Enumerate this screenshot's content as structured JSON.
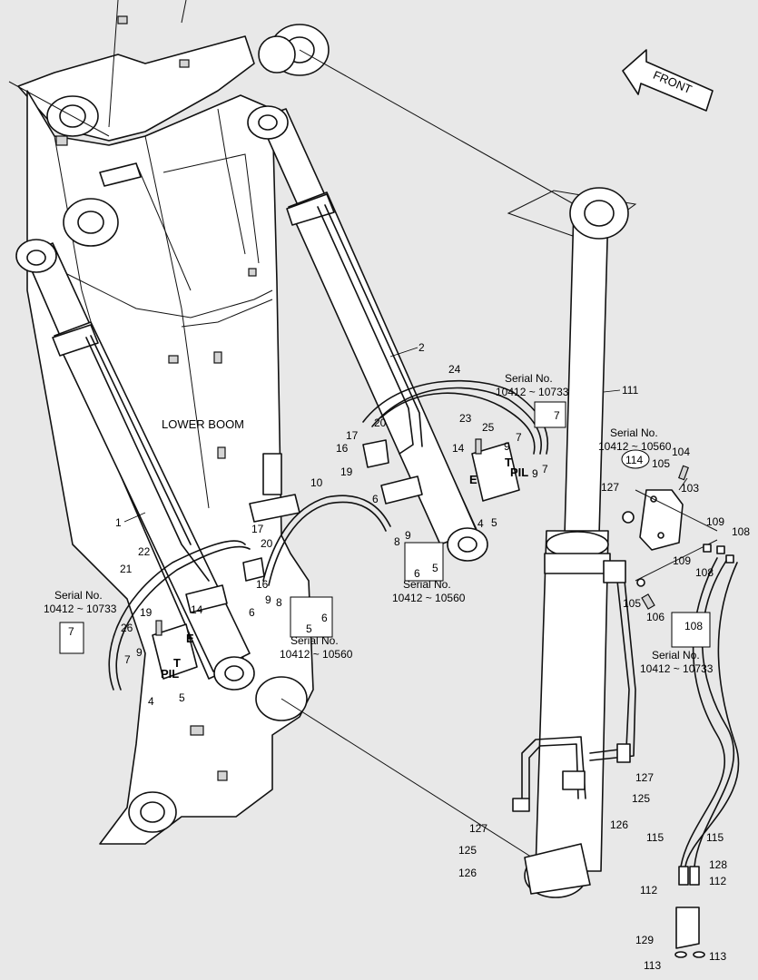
{
  "title": "LOWER BOOM",
  "direction": "FRONT",
  "serials": {
    "s1": "10412 ~ 10733",
    "s2": "10412 ~ 10560",
    "s3": "10412 ~ 10560",
    "s4": "10412 ~ 10560",
    "s5": "10412 ~ 10733",
    "s6": "10412 ~ 10733",
    "label": "Serial No."
  },
  "ports": {
    "t": "T",
    "pil": "PIL",
    "e": "E"
  },
  "parts": {
    "p1": "1",
    "p2": "2",
    "p4": "4",
    "p5": "5",
    "p6": "6",
    "p7": "7",
    "p8": "8",
    "p9": "9",
    "p10": "10",
    "p14": "14",
    "p16": "16",
    "p17": "17",
    "p19": "19",
    "p20": "20",
    "p21": "21",
    "p22": "22",
    "p23": "23",
    "p24": "24",
    "p25": "25",
    "p26": "26",
    "p103": "103",
    "p104": "104",
    "p105": "105",
    "p106": "106",
    "p108": "108",
    "p109": "109",
    "p111": "111",
    "p112": "112",
    "p113": "113",
    "p114": "114",
    "p115": "115",
    "p125": "125",
    "p126": "126",
    "p127": "127",
    "p128": "128",
    "p129": "129"
  }
}
